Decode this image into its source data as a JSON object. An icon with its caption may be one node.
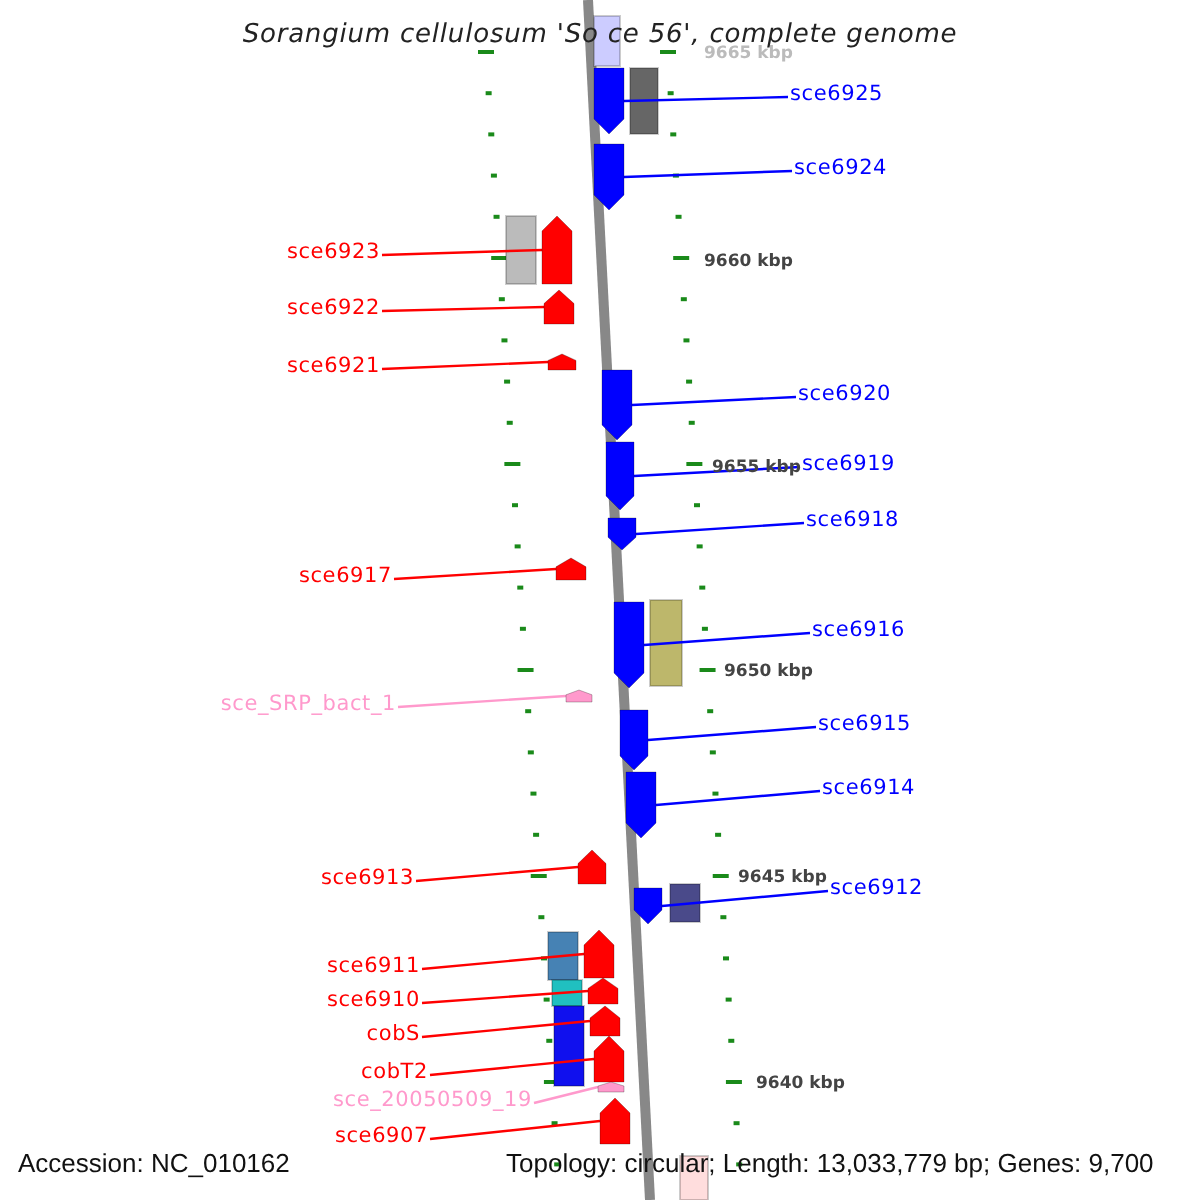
{
  "diagram": {
    "title": "Sorangium cellulosum 'So ce 56', complete genome",
    "nodes": [
      {
        "text": [
          "sce6925"
        ]
      },
      {
        "text": [],
        "shape": "arrow"
      },
      {
        "text": [
          "sce6924"
        ]
      },
      {
        "text": [],
        "shape": "arrow"
      },
      {
        "text": [
          "sce6923"
        ]
      },
      {
        "text": [],
        "shape": "arrow"
      },
      {
        "text": [
          "sce6922"
        ]
      },
      {
        "text": [],
        "shape": "arrow"
      },
      {
        "text": [
          "sce6921"
        ]
      },
      {
        "text": [],
        "shape": "arrow"
      },
      {
        "text": [
          "sce6920"
        ]
      },
      {
        "text": [],
        "shape": "arrow"
      },
      {
        "text": [
          "sce6919"
        ]
      },
      {
        "text": [],
        "shape": "arrow"
      },
      {
        "text": [
          "sce6918"
        ]
      },
      {
        "text": [],
        "shape": "arrow"
      },
      {
        "text": [
          "sce6917"
        ]
      },
      {
        "text": [],
        "shape": "arrow"
      },
      {
        "text": [
          "sce6916"
        ]
      },
      {
        "text": [],
        "shape": "arrow"
      },
      {
        "text": [
          "sce_SRP_bact_1"
        ]
      },
      {
        "text": [],
        "shape": "arrow"
      },
      {
        "text": [
          "sce6915"
        ]
      },
      {
        "text": [],
        "shape": "arrow"
      },
      {
        "text": [
          "sce6914"
        ]
      },
      {
        "text": [],
        "shape": "arrow"
      },
      {
        "text": [
          "sce6913"
        ]
      },
      {
        "text": [],
        "shape": "arrow"
      },
      {
        "text": [
          "sce6912"
        ]
      },
      {
        "text": [],
        "shape": "arrow"
      },
      {
        "text": [
          "sce6911"
        ]
      },
      {
        "text": [],
        "shape": "arrow"
      },
      {
        "text": [
          "sce6910"
        ]
      },
      {
        "text": [],
        "shape": "arrow"
      },
      {
        "text": [
          "cobS"
        ]
      },
      {
        "text": [],
        "shape": "arrow"
      },
      {
        "text": [
          "cobT2"
        ]
      },
      {
        "text": [],
        "shape": "arrow"
      },
      {
        "text": [
          "sce_20050509_19"
        ]
      },
      {
        "text": [],
        "shape": "arrow"
      },
      {
        "text": [
          "sce6907"
        ]
      },
      {
        "text": [],
        "shape": "arrow"
      }
    ],
    "edges": [
      {
        "from": 0,
        "to": 1,
        "arrow": "none",
        "color": "#0000ff"
      },
      {
        "from": 2,
        "to": 3,
        "arrow": "none",
        "color": "#0000ff"
      },
      {
        "from": 4,
        "to": 5,
        "arrow": "none",
        "color": "#ff0000"
      },
      {
        "from": 6,
        "to": 7,
        "arrow": "none",
        "color": "#ff0000"
      },
      {
        "from": 8,
        "to": 9,
        "arrow": "none",
        "color": "#ff0000"
      },
      {
        "from": 10,
        "to": 11,
        "arrow": "none",
        "color": "#0000ff"
      },
      {
        "from": 12,
        "to": 13,
        "arrow": "none",
        "color": "#0000ff"
      },
      {
        "from": 14,
        "to": 15,
        "arrow": "none",
        "color": "#0000ff"
      },
      {
        "from": 16,
        "to": 17,
        "arrow": "none",
        "color": "#ff0000"
      },
      {
        "from": 18,
        "to": 19,
        "arrow": "none",
        "color": "#0000ff"
      },
      {
        "from": 20,
        "to": 21,
        "arrow": "none",
        "color": "#ff99cc"
      },
      {
        "from": 22,
        "to": 23,
        "arrow": "none",
        "color": "#0000ff"
      },
      {
        "from": 24,
        "to": 25,
        "arrow": "none",
        "color": "#0000ff"
      },
      {
        "from": 26,
        "to": 27,
        "arrow": "none",
        "color": "#ff0000"
      },
      {
        "from": 28,
        "to": 29,
        "arrow": "none",
        "color": "#0000ff"
      },
      {
        "from": 30,
        "to": 31,
        "arrow": "none",
        "color": "#ff0000"
      },
      {
        "from": 32,
        "to": 33,
        "arrow": "none",
        "color": "#ff0000"
      },
      {
        "from": 34,
        "to": 35,
        "arrow": "none",
        "color": "#ff0000"
      },
      {
        "from": 36,
        "to": 37,
        "arrow": "none",
        "color": "#ff0000"
      },
      {
        "from": 38,
        "to": 39,
        "arrow": "none",
        "color": "#ff99cc"
      },
      {
        "from": 40,
        "to": 41,
        "arrow": "none",
        "color": "#ff0000"
      }
    ],
    "labels": [
      "9665 kbp",
      "9660 kbp",
      "9655 kbp",
      "9650 kbp",
      "9645 kbp",
      "9640 kbp",
      "Accession: NC_010162",
      "Topology: circular; Length: 13,033,779 bp; Genes: 9,700"
    ]
  }
}
